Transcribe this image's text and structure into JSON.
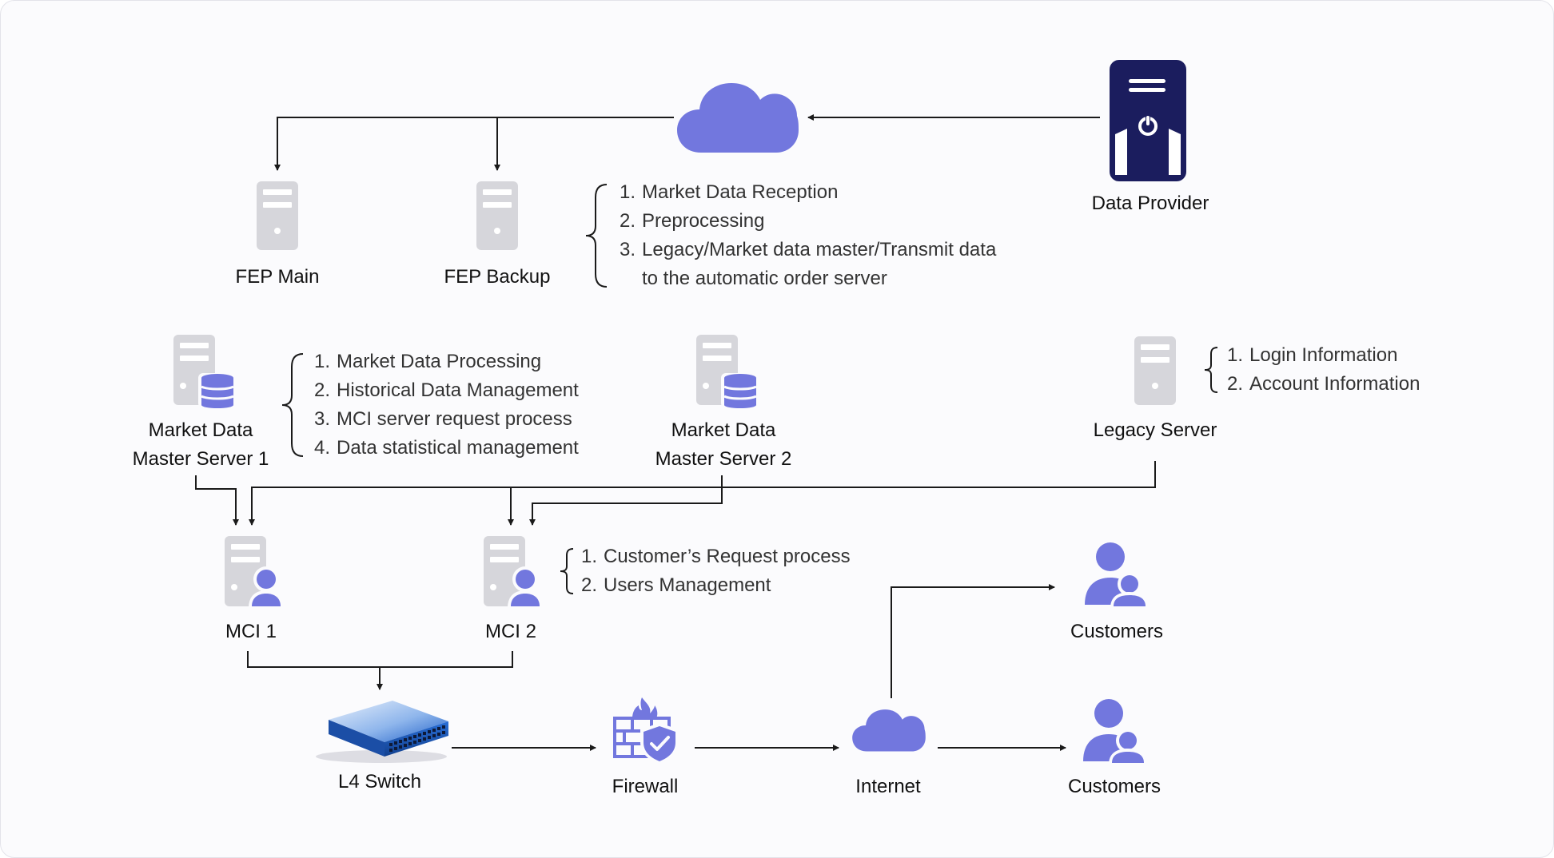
{
  "colors": {
    "accent": "#7277de",
    "server_gray": "#d6d6db",
    "provider_navy": "#1b1d5e",
    "line": "#1a1a1a"
  },
  "nodes": {
    "fep_main": {
      "label": "FEP Main",
      "icon": "server-icon"
    },
    "fep_backup": {
      "label": "FEP Backup",
      "icon": "server-icon"
    },
    "data_provider": {
      "label": "Data Provider",
      "icon": "data-provider-server-icon"
    },
    "mdm1": {
      "label_line1": "Market Data",
      "label_line2": "Master Server 1",
      "icon": "database-server-icon"
    },
    "mdm2": {
      "label_line1": "Market Data",
      "label_line2": "Master Server 2",
      "icon": "database-server-icon"
    },
    "legacy": {
      "label": "Legacy Server",
      "icon": "server-icon"
    },
    "mci1": {
      "label": "MCI 1",
      "icon": "user-server-icon"
    },
    "mci2": {
      "label": "MCI 2",
      "icon": "user-server-icon"
    },
    "l4_switch": {
      "label": "L4 Switch",
      "icon": "network-switch-icon"
    },
    "firewall": {
      "label": "Firewall",
      "icon": "firewall-shield-icon"
    },
    "internet": {
      "label": "Internet",
      "icon": "cloud-icon"
    },
    "customers_top": {
      "label": "Customers",
      "icon": "users-icon"
    },
    "customers_bottom": {
      "label": "Customers",
      "icon": "users-icon"
    },
    "top_cloud": {
      "icon": "cloud-icon"
    }
  },
  "notes": {
    "fep": {
      "items": [
        {
          "num": "1.",
          "text": "Market Data Reception"
        },
        {
          "num": "2.",
          "text": "Preprocessing"
        },
        {
          "num": "3.",
          "text": "Legacy/Market data master/Transmit data"
        },
        {
          "num": "",
          "text": "to the automatic order server"
        }
      ]
    },
    "mdm": {
      "items": [
        {
          "num": "1.",
          "text": "Market Data Processing"
        },
        {
          "num": "2.",
          "text": "Historical Data Management"
        },
        {
          "num": "3.",
          "text": "MCI server request process"
        },
        {
          "num": "4.",
          "text": "Data statistical management"
        }
      ]
    },
    "legacy": {
      "items": [
        {
          "num": "1.",
          "text": "Login Information"
        },
        {
          "num": "2.",
          "text": "Account Information"
        }
      ]
    },
    "mci": {
      "items": [
        {
          "num": "1.",
          "text": "Customer’s Request process"
        },
        {
          "num": "2.",
          "text": "Users Management"
        }
      ]
    }
  }
}
